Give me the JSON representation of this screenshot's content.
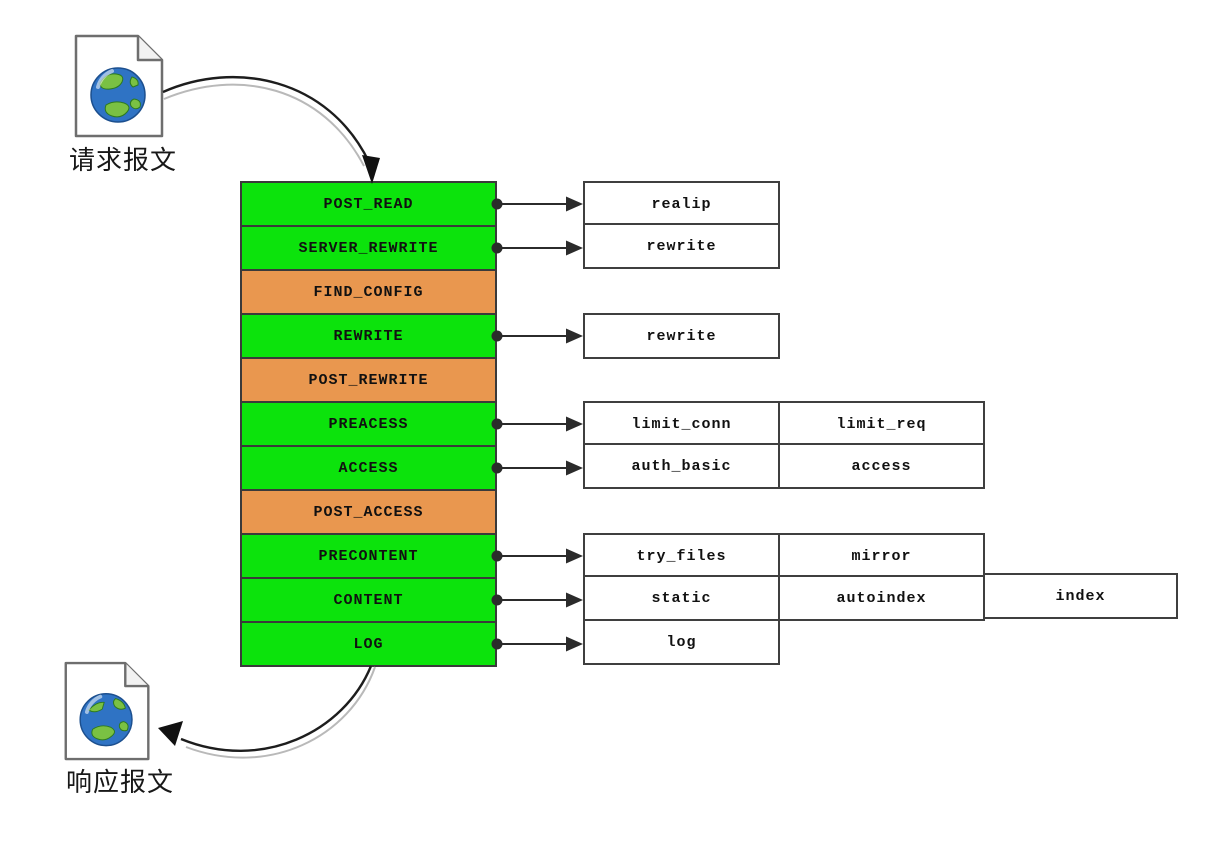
{
  "diagram": {
    "request_label": "请求报文",
    "response_label": "响应报文",
    "colors": {
      "phase_green": "#0ce30c",
      "phase_orange": "#e9974f",
      "box_border": "#3a3a3a",
      "line": "#2b2b2b",
      "globe_ocean": "#2f73c4",
      "globe_land": "#7ac143"
    },
    "phases": [
      {
        "name": "POST_READ",
        "color": "green",
        "modules": [
          "realip"
        ]
      },
      {
        "name": "SERVER_REWRITE",
        "color": "green",
        "modules": [
          "rewrite"
        ]
      },
      {
        "name": "FIND_CONFIG",
        "color": "orange",
        "modules": []
      },
      {
        "name": "REWRITE",
        "color": "green",
        "modules": [
          "rewrite"
        ]
      },
      {
        "name": "POST_REWRITE",
        "color": "orange",
        "modules": []
      },
      {
        "name": "PREACESS",
        "color": "green",
        "modules": [
          "limit_conn",
          "limit_req"
        ]
      },
      {
        "name": "ACCESS",
        "color": "green",
        "modules": [
          "auth_basic",
          "access"
        ]
      },
      {
        "name": "POST_ACCESS",
        "color": "orange",
        "modules": []
      },
      {
        "name": "PRECONTENT",
        "color": "green",
        "modules": [
          "try_files",
          "mirror"
        ]
      },
      {
        "name": "CONTENT",
        "color": "green",
        "modules": [
          "static",
          "autoindex",
          "index"
        ]
      },
      {
        "name": "LOG",
        "color": "green",
        "modules": [
          "log"
        ]
      }
    ]
  }
}
